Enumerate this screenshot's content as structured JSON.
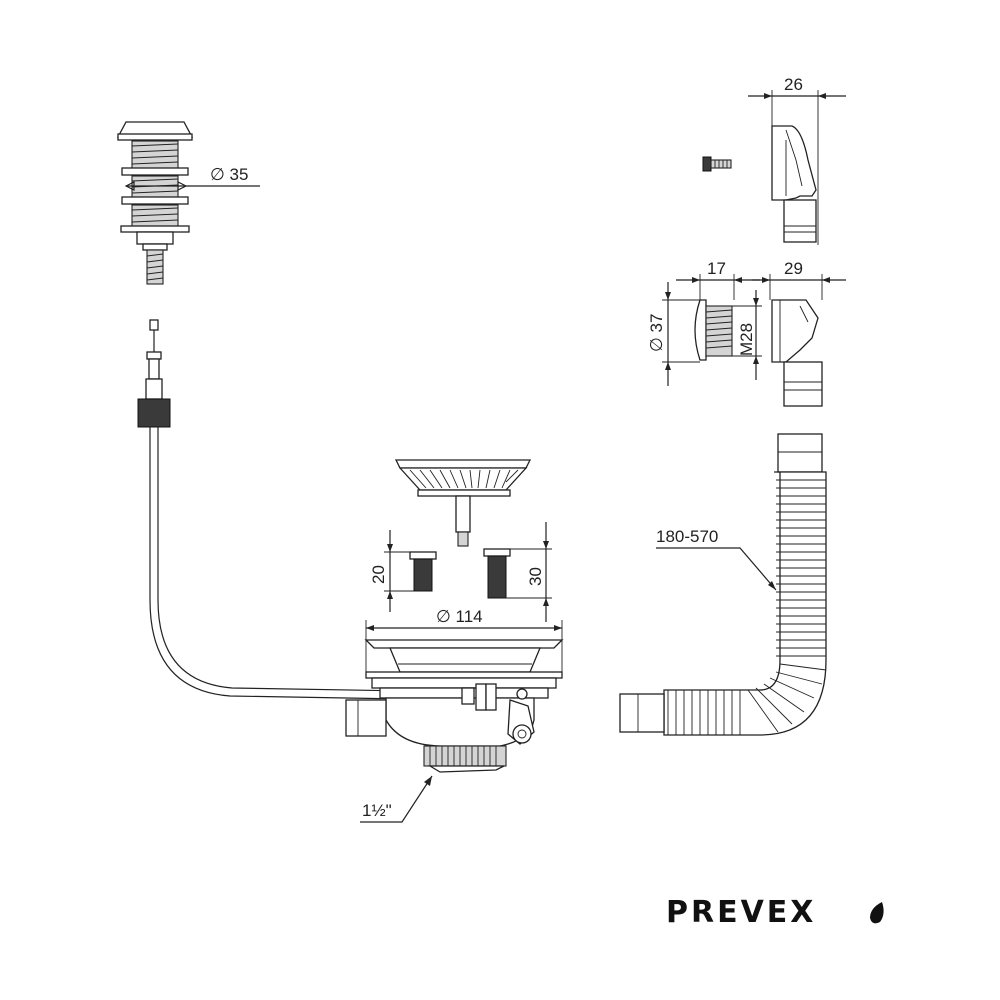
{
  "dimensions": {
    "button_diameter": "∅ 35",
    "overflow_width": "26",
    "overflow_nut_length": "17",
    "overflow_body_width": "29",
    "overflow_diameter": "∅ 37",
    "overflow_thread": "M28",
    "screw_short": "20",
    "screw_long": "30",
    "strainer_diameter": "∅ 114",
    "hose_length": "180-570",
    "outlet_thread": "1½\""
  },
  "brand": {
    "name": "PREVEX",
    "color": "#111111"
  }
}
